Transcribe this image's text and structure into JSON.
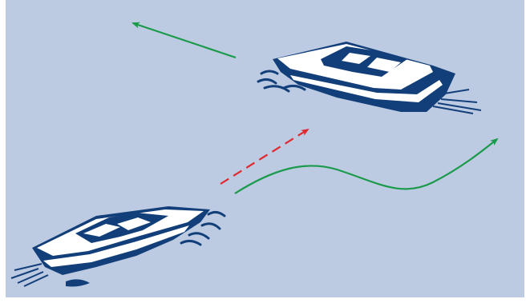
{
  "colors": {
    "water": "#bccbe2",
    "boat_dark": "#123f7a",
    "boat_light": "#ffffff",
    "arrow_green": "#1a9a4a",
    "arrow_red": "#e0282e"
  },
  "elements": {
    "boats": [
      "speedboat",
      "speedboat"
    ],
    "arrows": [
      "solid-straight",
      "dashed-straight",
      "solid-wavy"
    ]
  }
}
